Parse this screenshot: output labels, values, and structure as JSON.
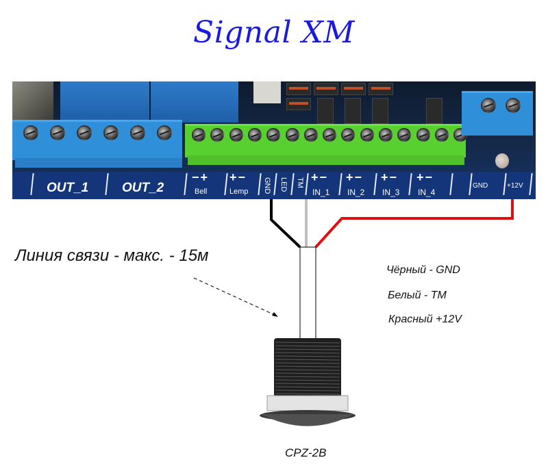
{
  "title": "Signal XM",
  "board": {
    "output_groups": [
      {
        "label": "OUT_1",
        "screws": 3
      },
      {
        "label": "OUT_2",
        "screws": 3
      }
    ],
    "terminals": [
      {
        "id": "bell",
        "label": "Bell",
        "polarity": [
          "−",
          "+"
        ]
      },
      {
        "id": "lemp",
        "label": "Lemp",
        "polarity": [
          "+",
          "−"
        ]
      },
      {
        "id": "gnd",
        "label": "GND",
        "vertical": true
      },
      {
        "id": "led",
        "label": "LED",
        "vertical": true
      },
      {
        "id": "tm",
        "label": "TM",
        "vertical": true
      },
      {
        "id": "in1",
        "label": "IN_1",
        "polarity": [
          "+",
          "−"
        ]
      },
      {
        "id": "in2",
        "label": "IN_2",
        "polarity": [
          "+",
          "−"
        ]
      },
      {
        "id": "in3",
        "label": "IN_3",
        "polarity": [
          "+",
          "−"
        ]
      },
      {
        "id": "in4",
        "label": "IN_4",
        "polarity": [
          "+",
          "−"
        ]
      }
    ],
    "green_block_screws": 15,
    "power": [
      {
        "id": "pwr-gnd",
        "label": "GND"
      },
      {
        "id": "pwr-12v",
        "label": "+12V"
      }
    ]
  },
  "wires": [
    {
      "color_name": "black",
      "color": "#000000",
      "from": "GND",
      "to": "CPZ-2B"
    },
    {
      "color_name": "white",
      "color": "#c0c0c0",
      "from": "TM",
      "to": "CPZ-2B"
    },
    {
      "color_name": "red",
      "color": "#e01010",
      "from": "+12V",
      "to": "CPZ-2B"
    }
  ],
  "notes": {
    "line_length": "Линия связи - макс. - 15м",
    "legend": [
      "Чёрный - GND",
      "Белый - TM",
      "Красный +12V"
    ],
    "device_model": "CPZ-2B"
  }
}
